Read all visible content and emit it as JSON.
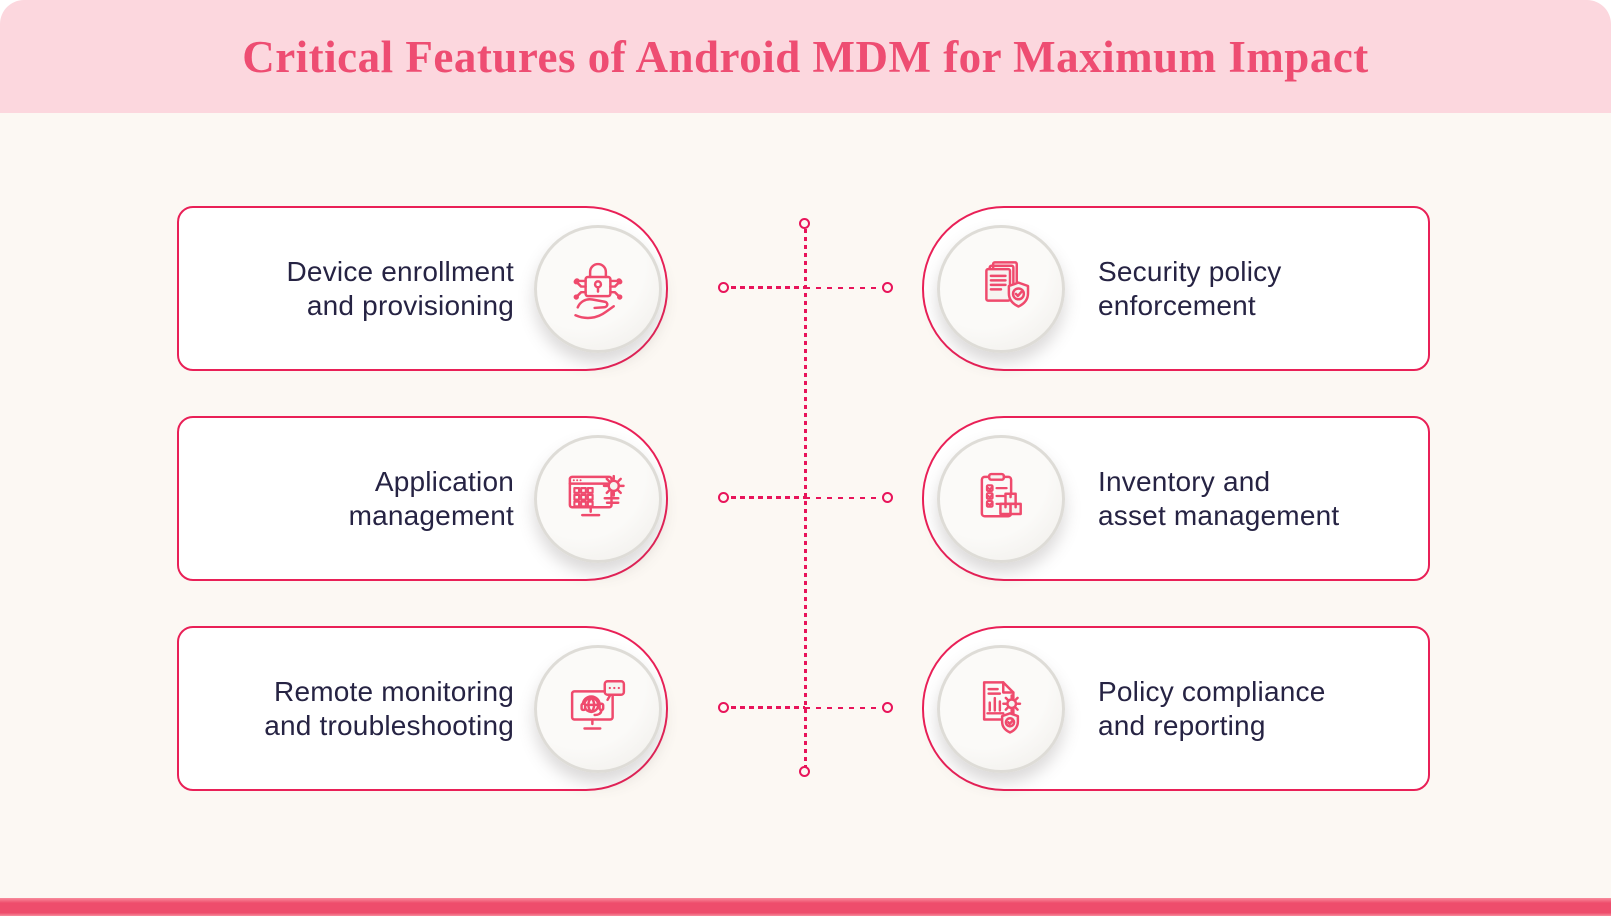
{
  "header": {
    "title": "Critical Features of Android MDM for Maximum Impact"
  },
  "features": [
    {
      "id": "device-enrollment",
      "line1": "Device enrollment",
      "line2": "and provisioning",
      "icon": "lock-circuit-hand-icon",
      "column": "left",
      "row": 1
    },
    {
      "id": "security-policy",
      "line1": "Security policy",
      "line2": "enforcement",
      "icon": "documents-shield-check-icon",
      "column": "right",
      "row": 1
    },
    {
      "id": "application-management",
      "line1": "Application",
      "line2": "management",
      "icon": "monitor-apps-gear-icon",
      "column": "left",
      "row": 2
    },
    {
      "id": "inventory-asset",
      "line1": "Inventory and",
      "line2": "asset management",
      "icon": "clipboard-checklist-boxes-icon",
      "column": "right",
      "row": 2
    },
    {
      "id": "remote-monitoring",
      "line1": "Remote monitoring",
      "line2": "and troubleshooting",
      "icon": "monitor-support-headset-icon",
      "column": "left",
      "row": 3
    },
    {
      "id": "policy-compliance",
      "line1": "Policy compliance",
      "line2": "and reporting",
      "icon": "report-chart-gear-shield-icon",
      "column": "right",
      "row": 3
    }
  ],
  "colors": {
    "accent_border": "#e92057",
    "connector": "#e8145a",
    "title_text": "#ee4d72",
    "header_bg": "#fcd7de",
    "page_bg": "#fcf8f3",
    "feature_text": "#262343",
    "icon_stroke": "#ef4a6d",
    "footer_bar": "#ee4d6c",
    "disc_bg": "#f6f4f1"
  }
}
